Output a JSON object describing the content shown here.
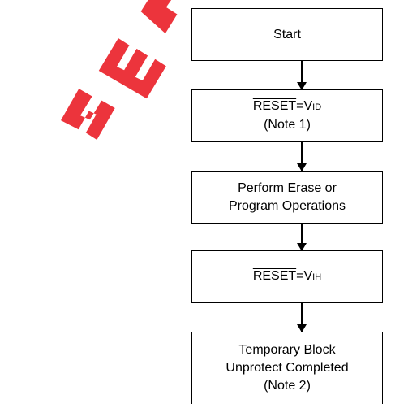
{
  "watermark": {
    "text": "ЭЛЕКТРО",
    "color": "#ea1f27"
  },
  "flow": {
    "step1": {
      "text": "Start"
    },
    "step2": {
      "signal": "RESET",
      "eq": "=V",
      "sub": "ID",
      "note": "(Note 1)"
    },
    "step3": {
      "line1": "Perform Erase or",
      "line2": "Program Operations"
    },
    "step4": {
      "signal": "RESET",
      "eq": "=V",
      "sub": "IH"
    },
    "step5": {
      "line1": "Temporary Block",
      "line2": "Unprotect Completed",
      "note": "(Note 2)"
    }
  }
}
